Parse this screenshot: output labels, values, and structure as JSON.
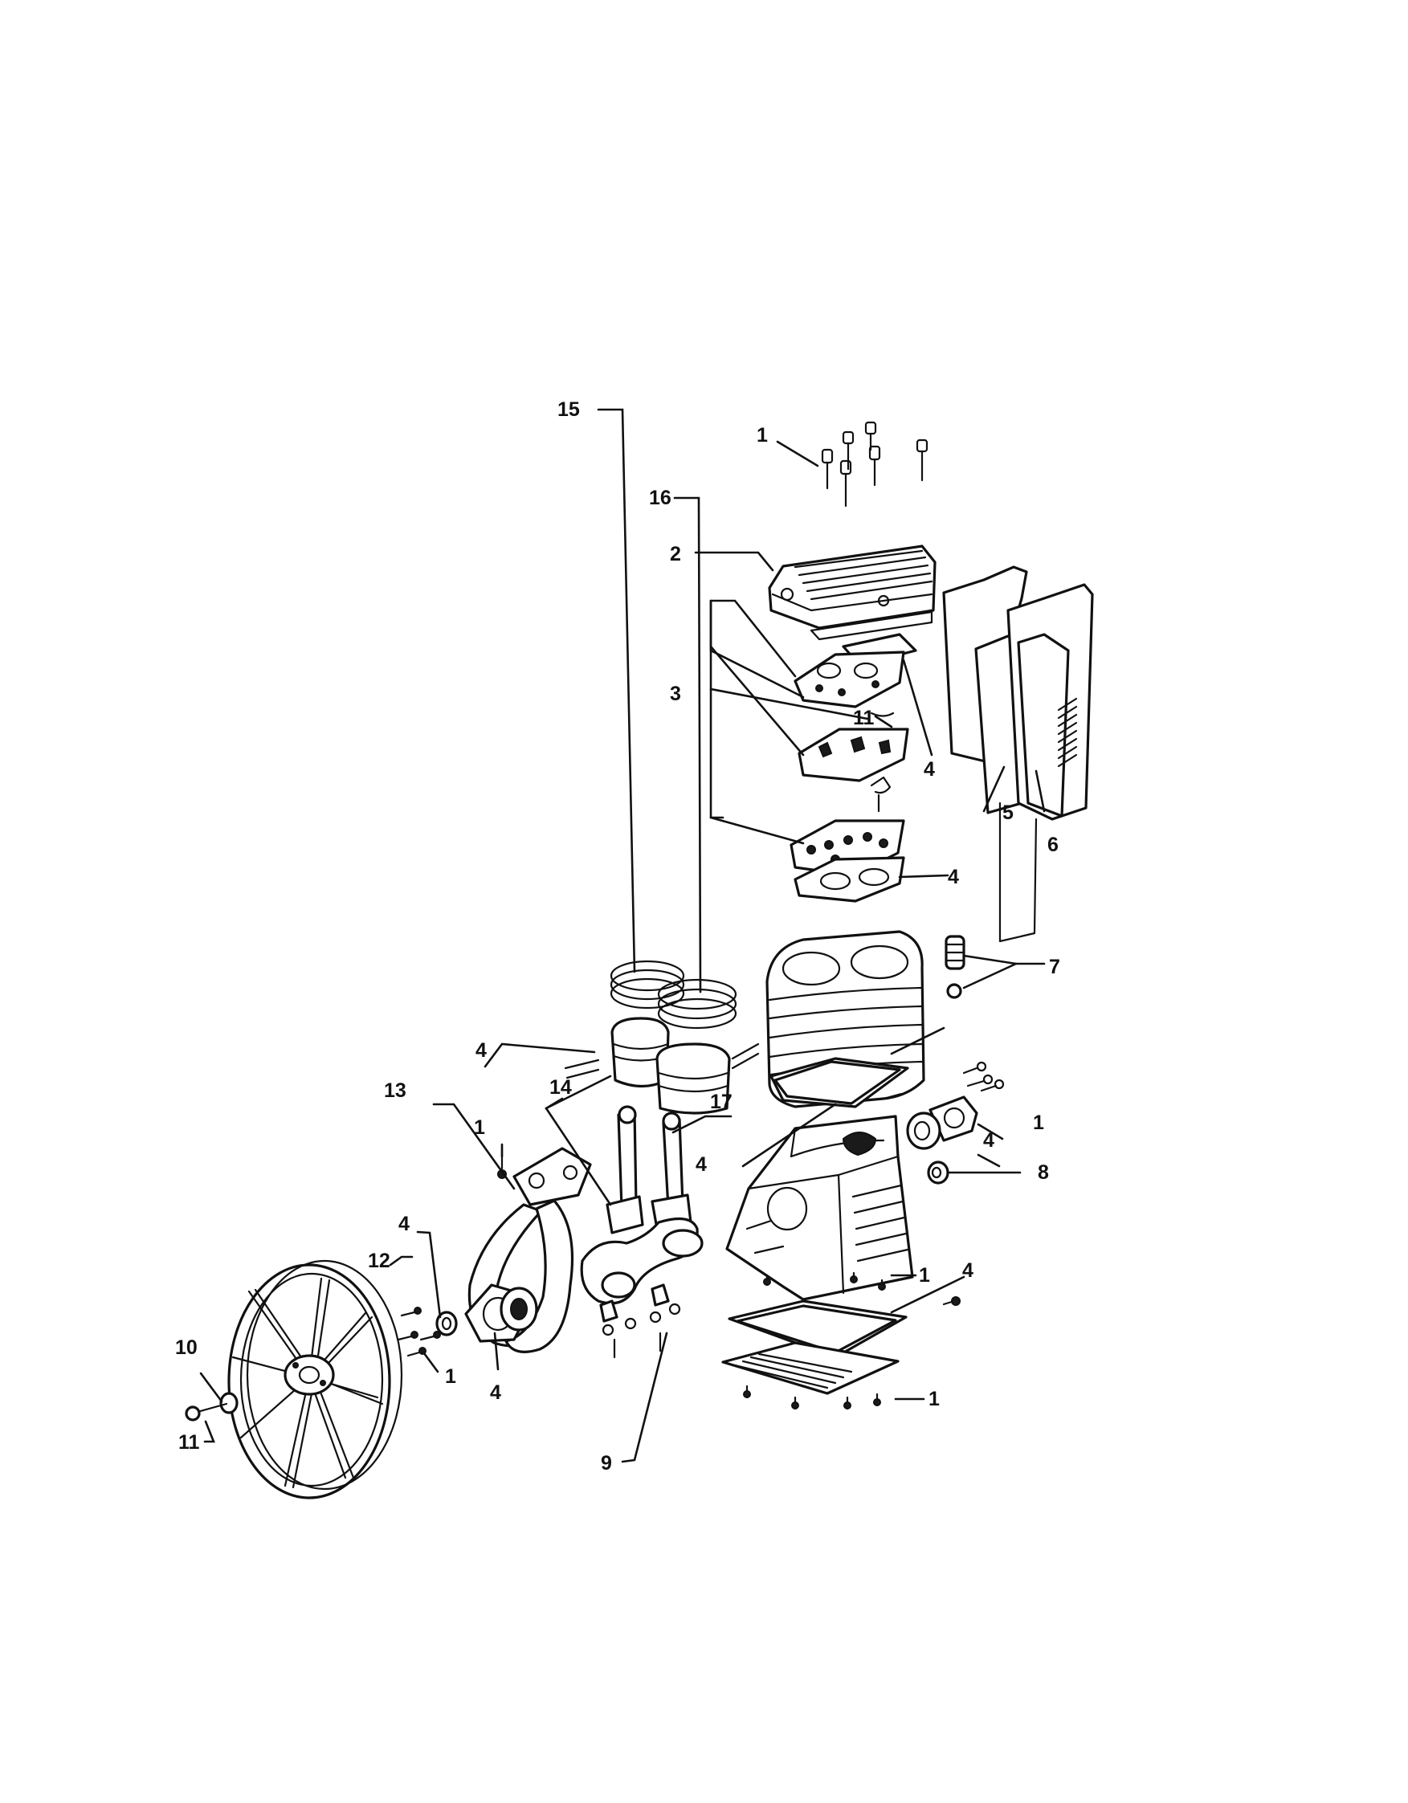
{
  "callouts": [
    {
      "id": "c1-top",
      "text": "1"
    },
    {
      "id": "c2",
      "text": "2"
    },
    {
      "id": "c3",
      "text": "3"
    },
    {
      "id": "c11-valve",
      "text": "11"
    },
    {
      "id": "c4-valve-gasket",
      "text": "4"
    },
    {
      "id": "c5",
      "text": "5"
    },
    {
      "id": "c6",
      "text": "6"
    },
    {
      "id": "c4-cyl-gasket",
      "text": "4"
    },
    {
      "id": "c15",
      "text": "15"
    },
    {
      "id": "c16",
      "text": "16"
    },
    {
      "id": "c7",
      "text": "7"
    },
    {
      "id": "c4-manifold",
      "text": "4"
    },
    {
      "id": "c13",
      "text": "13"
    },
    {
      "id": "c14",
      "text": "14"
    },
    {
      "id": "c17",
      "text": "17"
    },
    {
      "id": "c1-manifold",
      "text": "1"
    },
    {
      "id": "c1-bearing",
      "text": "1"
    },
    {
      "id": "c4-base-gasket",
      "text": "4"
    },
    {
      "id": "c4-bearing",
      "text": "4"
    },
    {
      "id": "c8",
      "text": "8"
    },
    {
      "id": "c4-seal",
      "text": "4"
    },
    {
      "id": "c12",
      "text": "12"
    },
    {
      "id": "c1-base",
      "text": "1"
    },
    {
      "id": "c4-bottom-gasket",
      "text": "4"
    },
    {
      "id": "c1-flywheel-bolts",
      "text": "1"
    },
    {
      "id": "c4-shaft",
      "text": "4"
    },
    {
      "id": "c10",
      "text": "10"
    },
    {
      "id": "c1-bottom",
      "text": "1"
    },
    {
      "id": "c11-flywheel",
      "text": "11"
    },
    {
      "id": "c9",
      "text": "9"
    }
  ]
}
